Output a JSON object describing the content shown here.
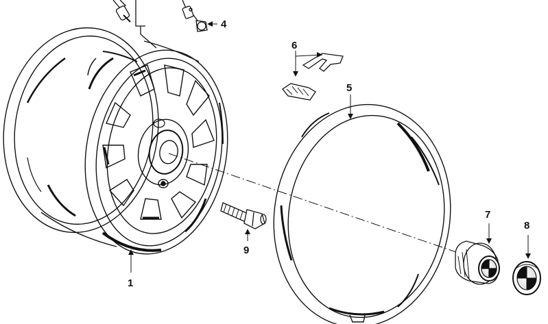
{
  "diagram": {
    "type": "exploded-parts-diagram",
    "parts": [
      {
        "number": "1"
      },
      {
        "number": "4"
      },
      {
        "number": "5"
      },
      {
        "number": "6"
      },
      {
        "number": "7"
      },
      {
        "number": "8"
      },
      {
        "number": "9"
      }
    ]
  },
  "colors": {
    "line": "#111111",
    "background": "#ffffff"
  }
}
